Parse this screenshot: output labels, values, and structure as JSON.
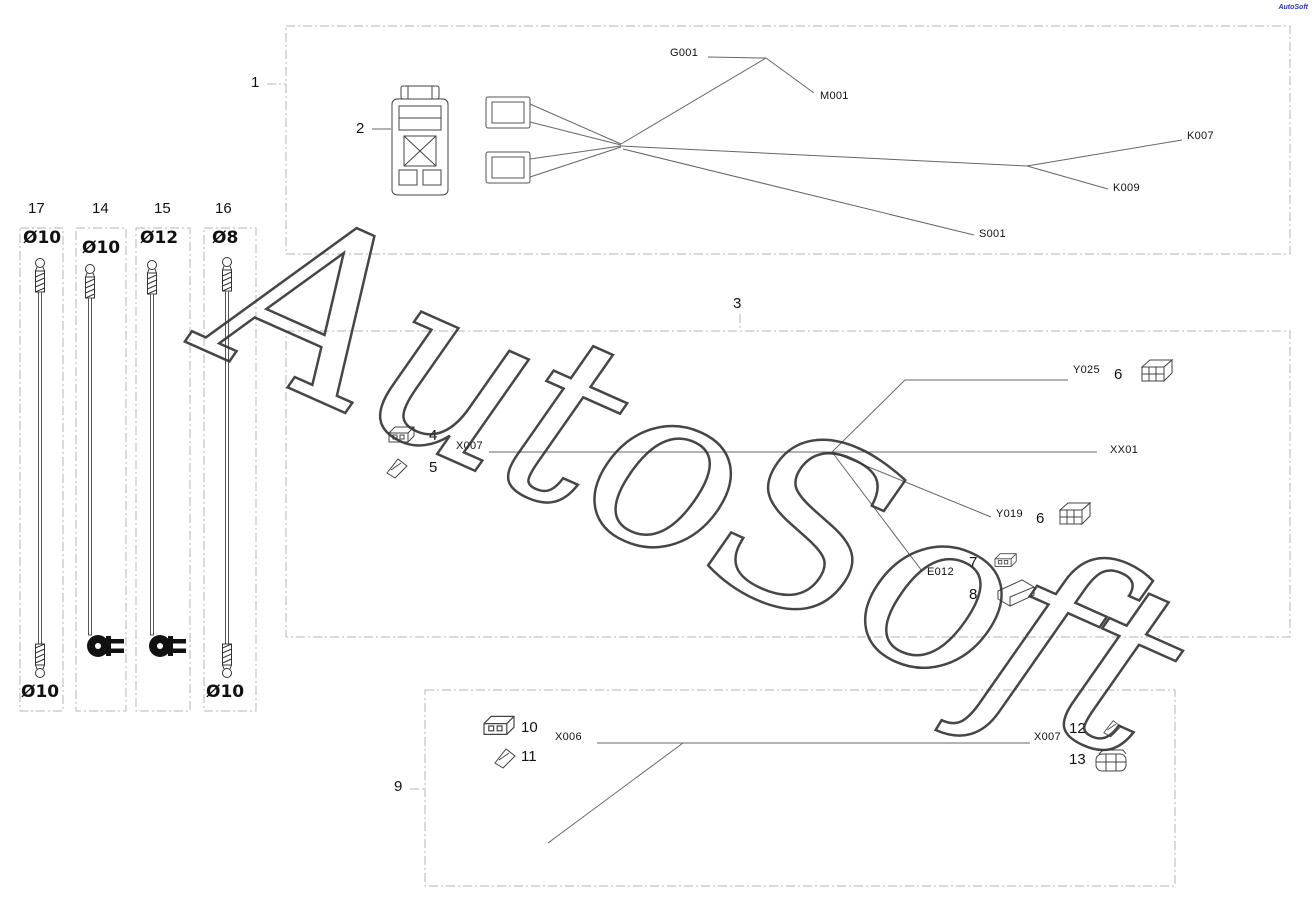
{
  "corner_logo": "AutoSoft",
  "watermark": "AutoSoft",
  "cables": [
    {
      "number": "17",
      "top_dia": "Ø10",
      "bottom_dia": "Ø10"
    },
    {
      "number": "14",
      "top_dia": "Ø10"
    },
    {
      "number": "15",
      "top_dia": "Ø12"
    },
    {
      "number": "16",
      "top_dia": "Ø8",
      "bottom_dia": "Ø10"
    }
  ],
  "panel_top": {
    "number": "1",
    "component_number": "2",
    "g001": "G001",
    "m001": "M001",
    "k007": "K007",
    "k009": "K009",
    "s001": "S001"
  },
  "panel_mid": {
    "number": "3",
    "item4": "4",
    "item5": "5",
    "item6_upper": "6",
    "item6_lower": "6",
    "item7": "7",
    "item8": "8",
    "x007": "X007",
    "y025": "Y025",
    "xx01": "XX01",
    "y019": "Y019",
    "e012": "E012"
  },
  "panel_bottom": {
    "number": "9",
    "item10": "10",
    "item11": "11",
    "item12": "12",
    "item13": "13",
    "x006": "X006",
    "x007": "X007"
  }
}
